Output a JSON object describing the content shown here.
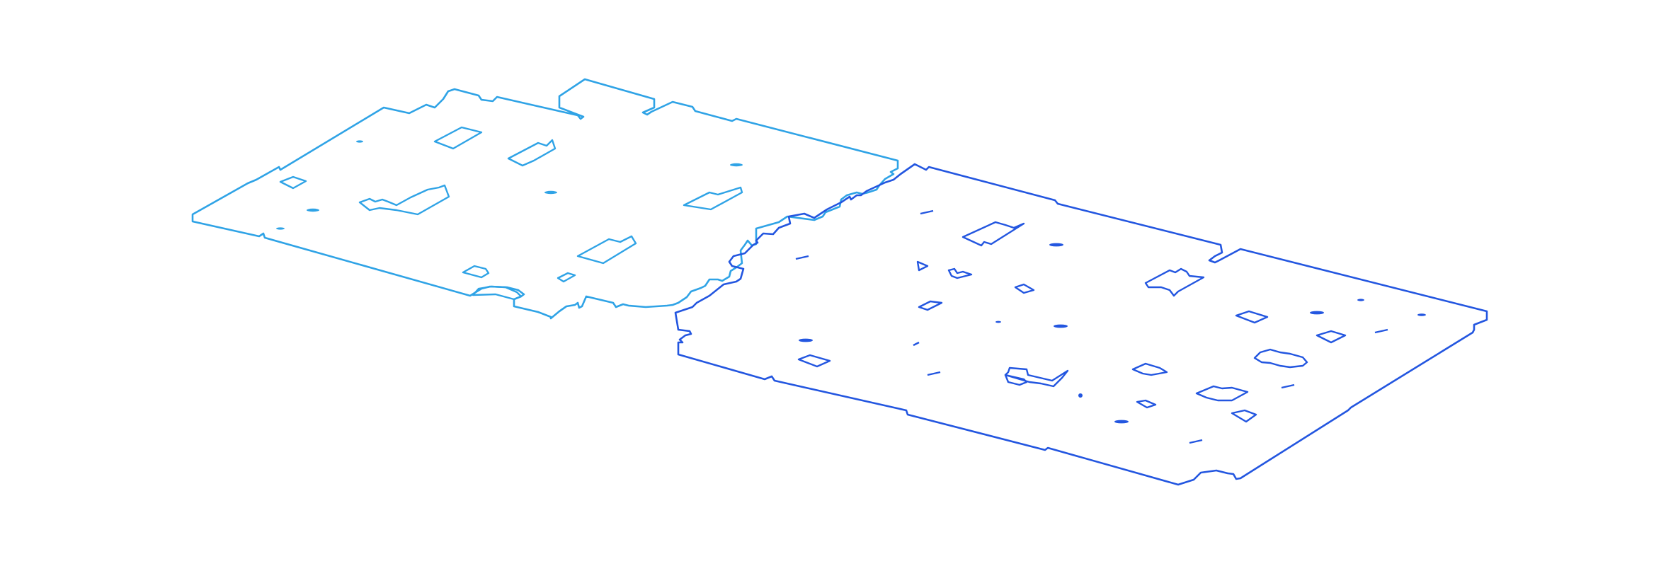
{
  "view": "isometric-outline-drawing",
  "parts": [
    {
      "id": "panel-left",
      "color": "#2fa3e6",
      "label": ""
    },
    {
      "id": "panel-right",
      "color": "#2356e0",
      "label": ""
    }
  ]
}
